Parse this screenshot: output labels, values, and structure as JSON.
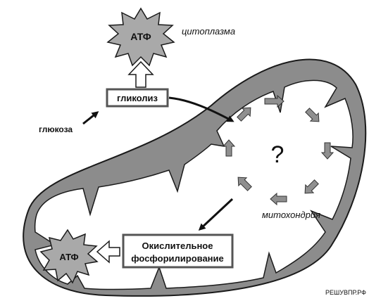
{
  "labels": {
    "atp_top": "АТФ",
    "cytoplasm": "цитоплазма",
    "glycolysis": "гликолиз",
    "glucose": "глюкоза",
    "unknown": "?",
    "mitochondria": "митохондрия",
    "atp_bottom": "АТФ",
    "oxphos_line1": "Окислительное",
    "oxphos_line2": "фосфорилирование",
    "watermark": "РЕШУВПР.РФ"
  },
  "colors": {
    "membrane_fill": "#8c8c8c",
    "stroke": "#1a1a1a",
    "starburst_fill": "#a9a9a9",
    "cycle_arrow": "#8f8f8f"
  }
}
